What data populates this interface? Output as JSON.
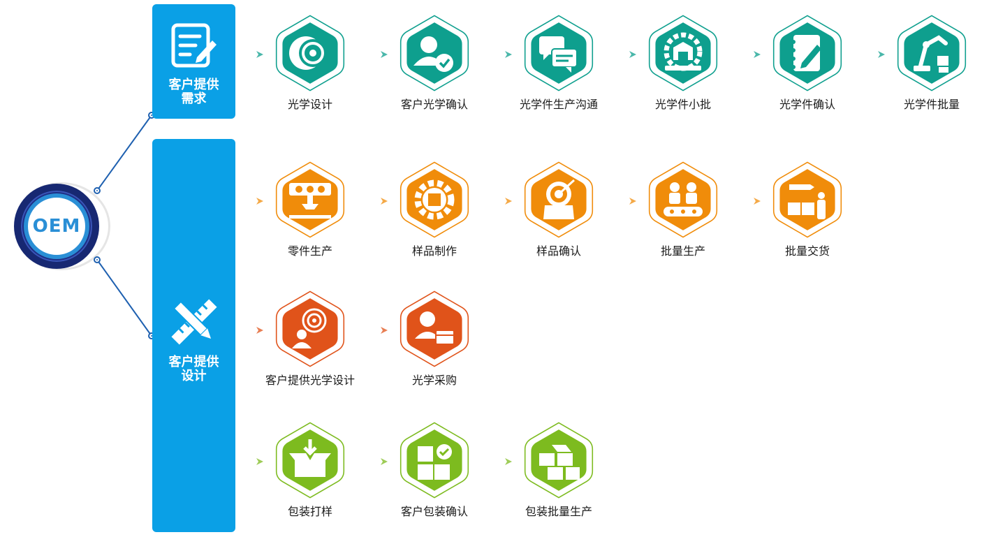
{
  "center": {
    "label": "OEM"
  },
  "groups": [
    {
      "label_line1": "客户提供",
      "label_line2": "需求",
      "icon": "form-edit-icon"
    },
    {
      "label_line1": "客户提供",
      "label_line2": "设计",
      "icon": "ruler-pencil-icon"
    }
  ],
  "rows": [
    {
      "color": "#0e9f8e",
      "steps": [
        {
          "label": "光学设计",
          "icon": "lens-icon"
        },
        {
          "label": "客户光学确认",
          "icon": "user-check-icon"
        },
        {
          "label": "光学件生产沟通",
          "icon": "chat-icon"
        },
        {
          "label": "光学件小批",
          "icon": "gear-factory-icon"
        },
        {
          "label": "光学件确认",
          "icon": "notebook-pen-icon"
        },
        {
          "label": "光学件批量",
          "icon": "robot-arm-icon"
        }
      ]
    },
    {
      "color": "#f08c0a",
      "steps": [
        {
          "label": "零件生产",
          "icon": "machine-icon"
        },
        {
          "label": "样品制作",
          "icon": "gear-box-icon"
        },
        {
          "label": "样品确认",
          "icon": "target-box-icon"
        },
        {
          "label": "批量生产",
          "icon": "workers-conveyor-icon"
        },
        {
          "label": "批量交货",
          "icon": "delivery-icon"
        }
      ]
    },
    {
      "color": "#e0531a",
      "steps": [
        {
          "label": "客户提供光学设计",
          "icon": "target-user-icon"
        },
        {
          "label": "光学采购",
          "icon": "user-basket-icon"
        }
      ]
    },
    {
      "color": "#7dbb1f",
      "steps": [
        {
          "label": "包装打样",
          "icon": "open-box-icon"
        },
        {
          "label": "客户包装确认",
          "icon": "box-check-icon"
        },
        {
          "label": "包装批量生产",
          "icon": "stacked-boxes-icon"
        }
      ]
    }
  ]
}
